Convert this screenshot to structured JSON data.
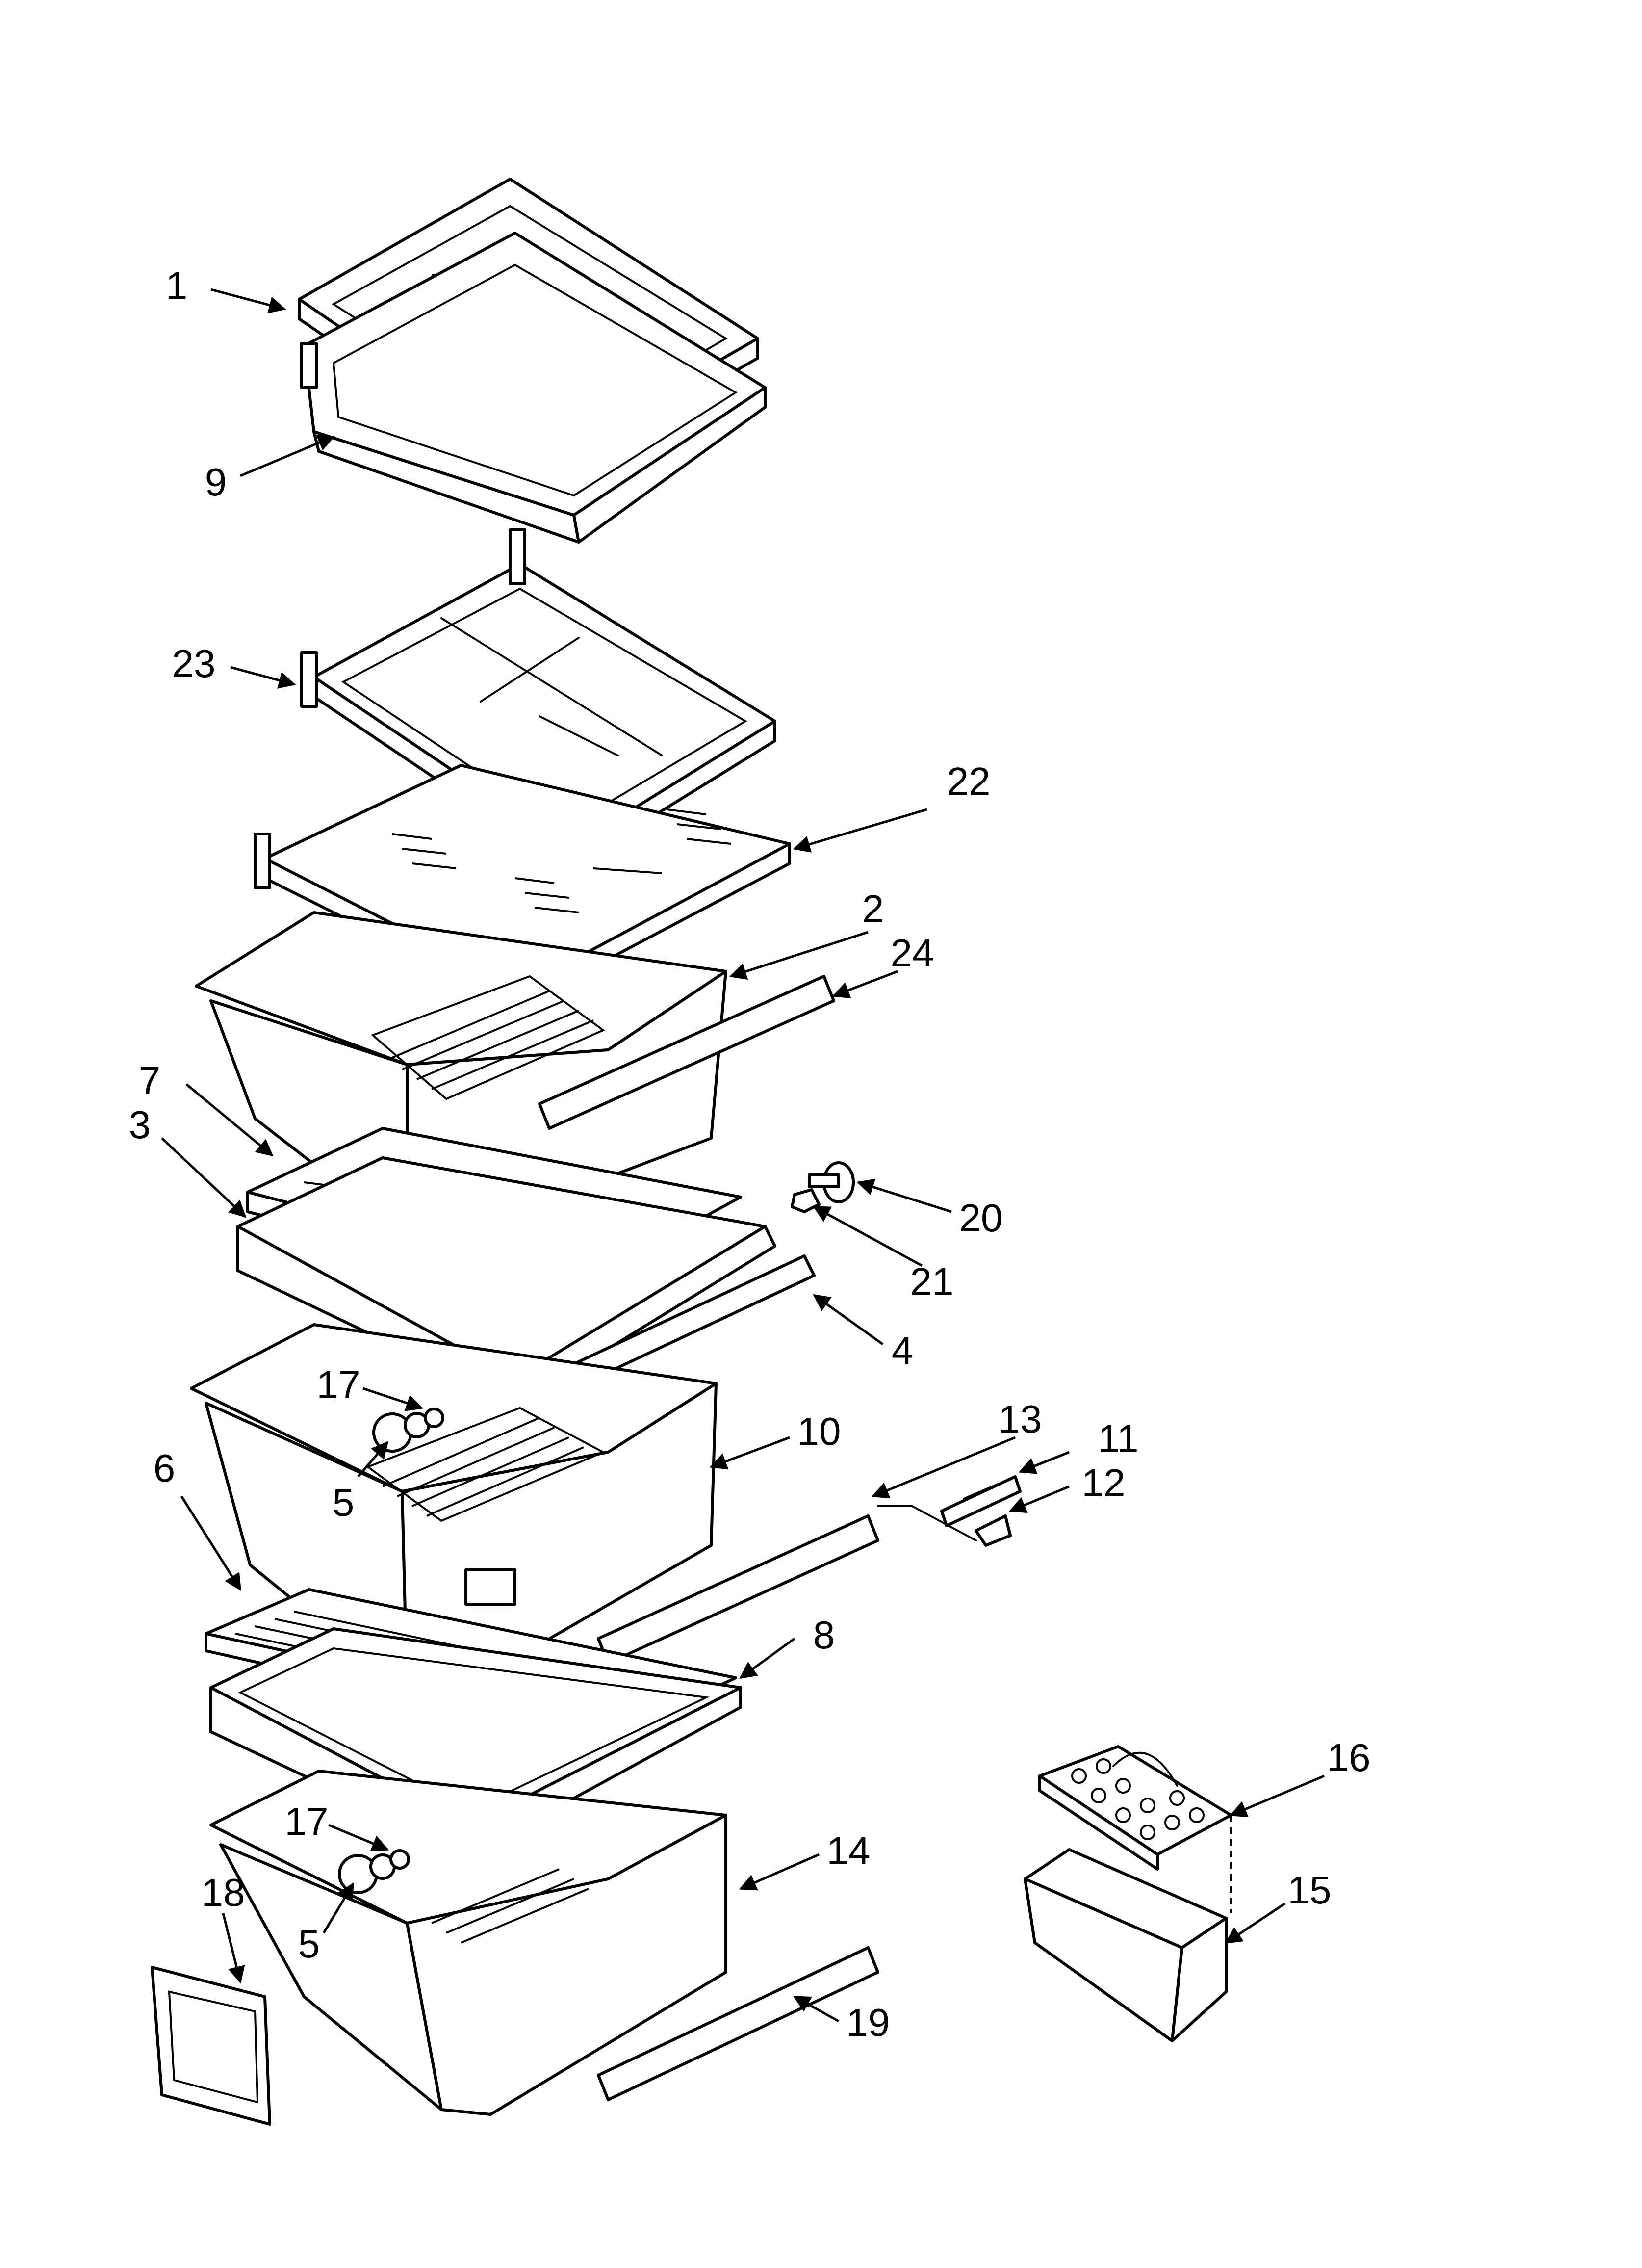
{
  "callouts": [
    {
      "id": "1",
      "label": "1"
    },
    {
      "id": "9",
      "label": "9"
    },
    {
      "id": "23",
      "label": "23"
    },
    {
      "id": "22",
      "label": "22"
    },
    {
      "id": "2",
      "label": "2"
    },
    {
      "id": "24",
      "label": "24"
    },
    {
      "id": "7",
      "label": "7"
    },
    {
      "id": "3",
      "label": "3"
    },
    {
      "id": "20",
      "label": "20"
    },
    {
      "id": "21",
      "label": "21"
    },
    {
      "id": "4",
      "label": "4"
    },
    {
      "id": "17a",
      "label": "17"
    },
    {
      "id": "10",
      "label": "10"
    },
    {
      "id": "13",
      "label": "13"
    },
    {
      "id": "11",
      "label": "11"
    },
    {
      "id": "12",
      "label": "12"
    },
    {
      "id": "5a",
      "label": "5"
    },
    {
      "id": "6",
      "label": "6"
    },
    {
      "id": "8",
      "label": "8"
    },
    {
      "id": "16",
      "label": "16"
    },
    {
      "id": "17b",
      "label": "17"
    },
    {
      "id": "14",
      "label": "14"
    },
    {
      "id": "15",
      "label": "15"
    },
    {
      "id": "18",
      "label": "18"
    },
    {
      "id": "5b",
      "label": "5"
    },
    {
      "id": "19",
      "label": "19"
    }
  ]
}
